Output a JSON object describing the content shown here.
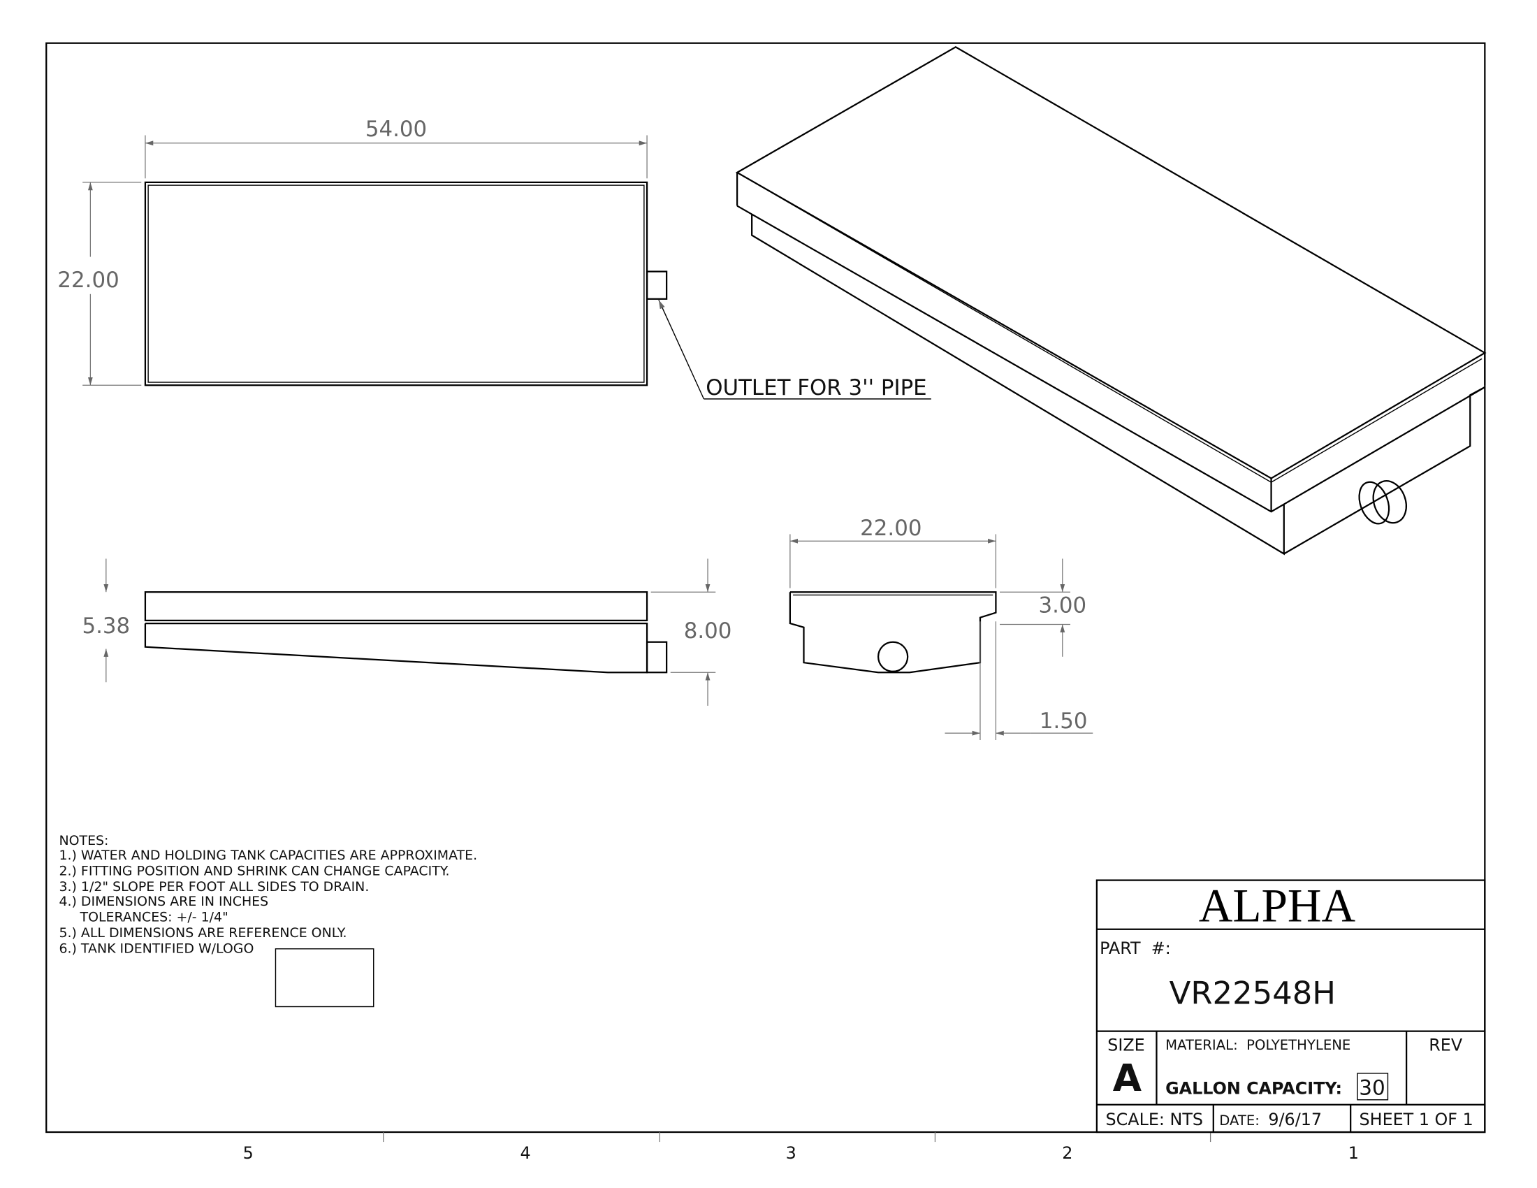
{
  "drawing": {
    "dimensions": {
      "top_length": "54.00",
      "top_width": "22.00",
      "side_height_left": "5.38",
      "side_height_right": "8.00",
      "end_width": "22.00",
      "end_flange_height": "3.00",
      "end_flange_offset": "1.50"
    },
    "callout": "OUTLET FOR 3'' PIPE",
    "notes": {
      "heading": "NOTES:",
      "lines": [
        "1.) WATER AND HOLDING TANK CAPACITIES ARE APPROXIMATE.",
        "2.) FITTING POSITION AND SHRINK CAN CHANGE CAPACITY.",
        "3.) 1/2\" SLOPE PER FOOT ALL SIDES TO DRAIN.",
        "4.) DIMENSIONS ARE IN INCHES",
        "     TOLERANCES: +/- 1/4\"",
        "5.) ALL DIMENSIONS ARE REFERENCE ONLY.",
        "6.) TANK IDENTIFIED W/LOGO"
      ]
    },
    "zones": [
      "5",
      "4",
      "3",
      "2",
      "1"
    ]
  },
  "title_block": {
    "company": "ALPHA",
    "part_label": "PART  #:",
    "part_number": "VR22548H",
    "size_label": "SIZE",
    "size_value": "A",
    "material": "MATERIAL:  POLYETHYLENE",
    "rev_label": "REV",
    "capacity_label": "GALLON CAPACITY:",
    "capacity_value": "30",
    "scale": "SCALE: NTS",
    "date_label": "DATE:",
    "date_value": "9/6/17",
    "sheet": "SHEET 1 OF 1"
  }
}
